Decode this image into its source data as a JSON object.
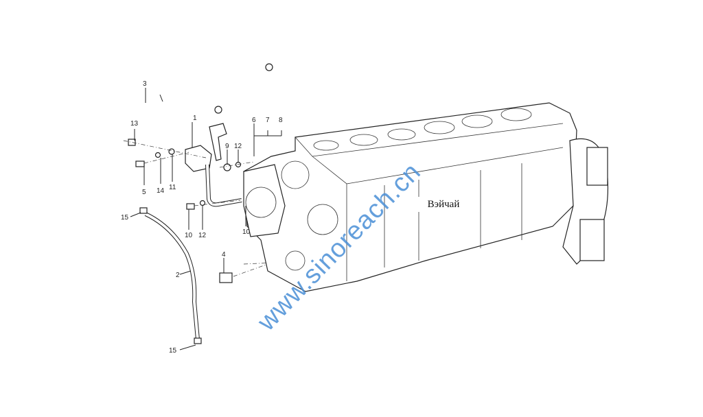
{
  "diagram": {
    "callouts": [
      "1",
      "2",
      "3",
      "4",
      "5",
      "6",
      "7",
      "8",
      "9",
      "10",
      "10",
      "11",
      "12",
      "12",
      "13",
      "14",
      "15",
      "15"
    ],
    "block_label": "Вэйчай",
    "watermark": "www.sinoreach.cn",
    "line_color": "#222222",
    "watermark_color": "#4a8fd6"
  }
}
